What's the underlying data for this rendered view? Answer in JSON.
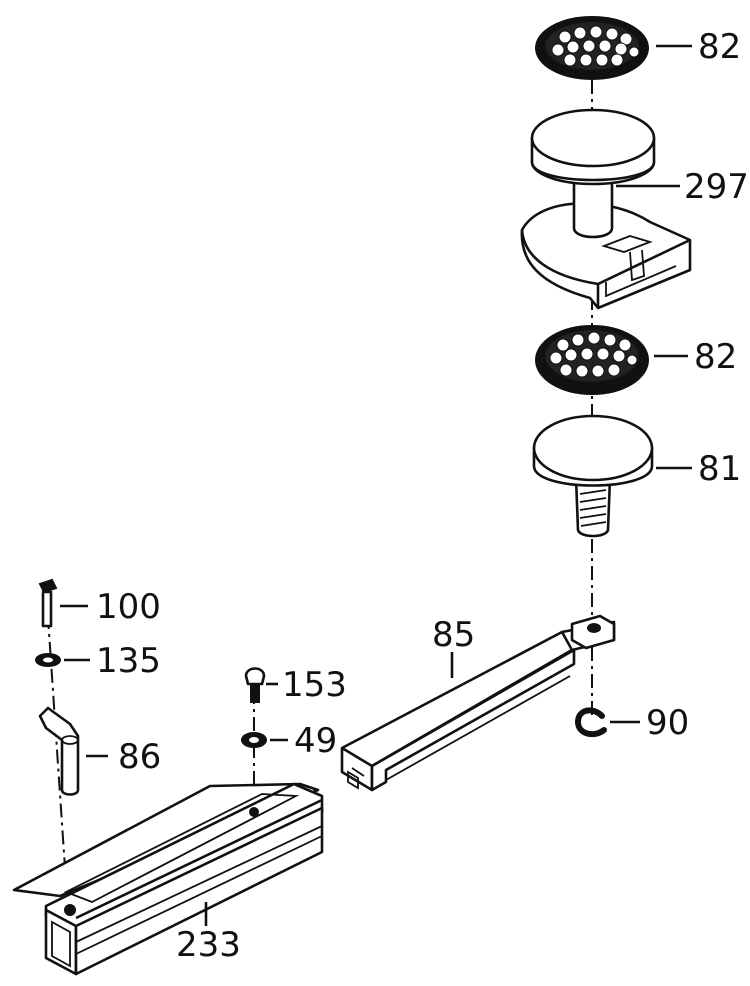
{
  "callouts": {
    "grille_top": "82",
    "spacer": "297",
    "grille_lower": "82",
    "disc_foot": "81",
    "bolt": "100",
    "washer_left": "135",
    "pin_small": "153",
    "washer_mid": "49",
    "post": "86",
    "inner_bar": "85",
    "clip": "90",
    "outer_channel": "233"
  }
}
